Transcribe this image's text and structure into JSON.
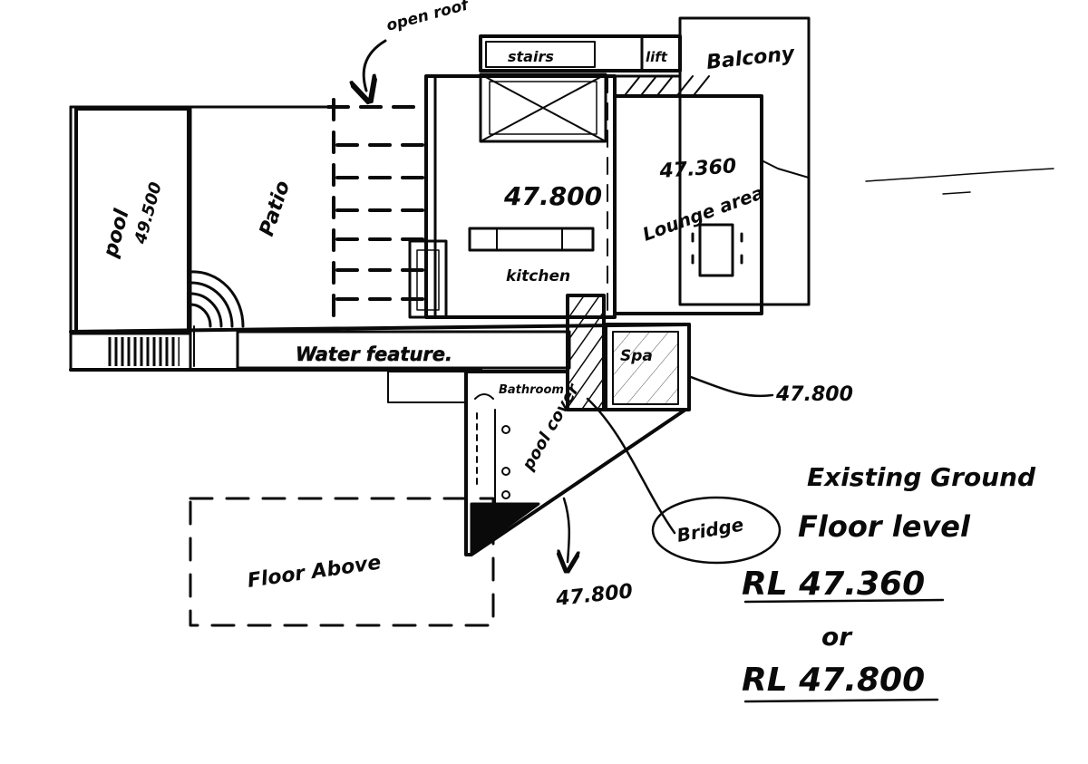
{
  "labels": {
    "open_roof": "open roof",
    "stairs": "stairs",
    "lift": "lift",
    "balcony": "Balcony",
    "pool": "pool",
    "pool_level": "49.500",
    "patio": "Patio",
    "kitchen_level": "47.800",
    "kitchen": "kitchen",
    "lounge_level": "47.360",
    "lounge_area": "Lounge area",
    "water_feature": "Water feature.",
    "spa": "Spa",
    "spa_level": "47.800",
    "bathroom": "Bathroom",
    "pool_cover": "pool cover",
    "bridge": "Bridge",
    "floor_above": "Floor Above",
    "lower_level": "47.800",
    "existing_ground": "Existing Ground",
    "floor_level": "Floor level",
    "rl_1": "RL 47.360",
    "or": "or",
    "rl_2": "RL 47.800"
  }
}
